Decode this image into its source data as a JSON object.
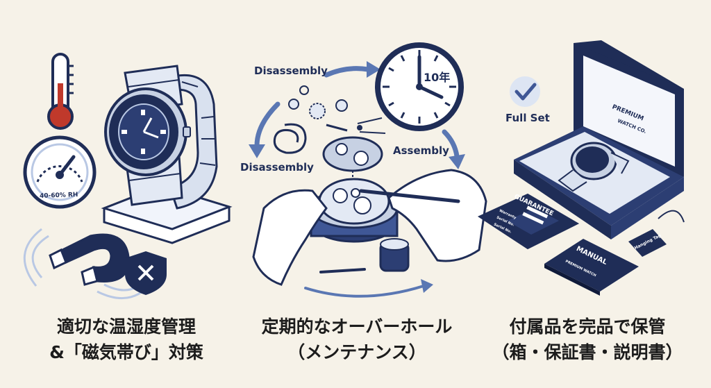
{
  "panels": {
    "storage": {
      "gauge_label": "40-60% RH",
      "caption_line1": "適切な温湿度管理",
      "caption_line2": "&「磁気帯び」対策"
    },
    "overhaul": {
      "label_disassembly_top": "Disassembly",
      "label_disassembly_left": "Disassembly",
      "label_assembly": "Assembly",
      "clock_badge": "10年",
      "caption_line1": "定期的なオーバーホール",
      "caption_line2": "（メンテナンス）"
    },
    "accessories": {
      "label_full_set": "Full Set",
      "box_brand_line1": "PREMIUM",
      "box_brand_line2": "WATCH CO.",
      "guarantee_title": "GUARANTEE",
      "guarantee_fields": [
        "Warranty",
        "Serial No.",
        "Serial No."
      ],
      "manual_title": "MANUAL",
      "manual_brand": "PREMIUM WATCH",
      "hanging_tag": "Hanging Tag",
      "caption_line1": "付属品を完品で保管",
      "caption_line2": "（箱・保証書・説明書）"
    }
  },
  "colors": {
    "navy": "#1f2d57",
    "light_blue": "#b9c8e4",
    "cream": "#f6f2e8",
    "red": "#c0392b"
  }
}
